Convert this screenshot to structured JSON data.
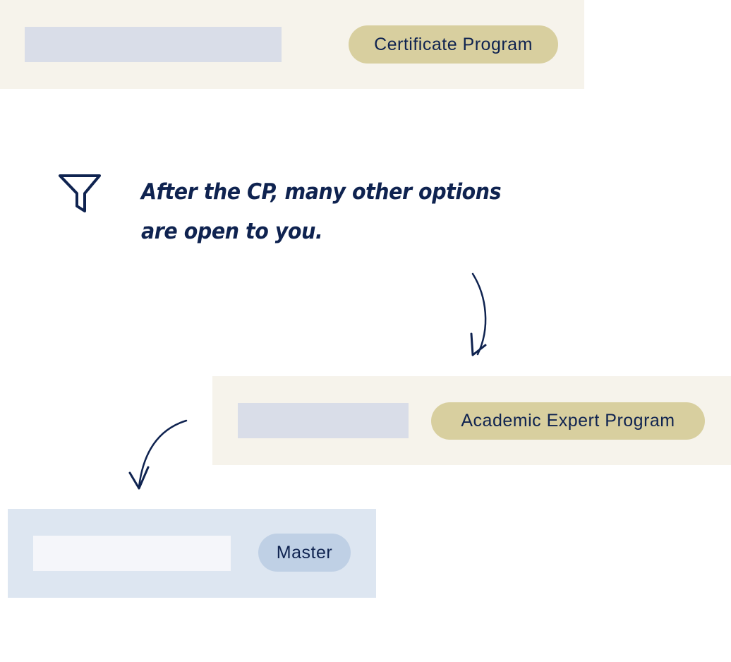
{
  "cards": [
    {
      "badge": "Certificate Program"
    },
    {
      "badge": "Academic Expert Program"
    },
    {
      "badge": "Master"
    }
  ],
  "note": {
    "icon": "funnel-icon",
    "text": "After the CP, many other options are open to you."
  },
  "colors": {
    "navy": "#0f2350",
    "beige": "#f6f3eb",
    "gold": "#d8cf9f",
    "lightblue": "#dde6f1",
    "blue_pill": "#bfd0e5",
    "placeholder": "#d9dde8"
  }
}
